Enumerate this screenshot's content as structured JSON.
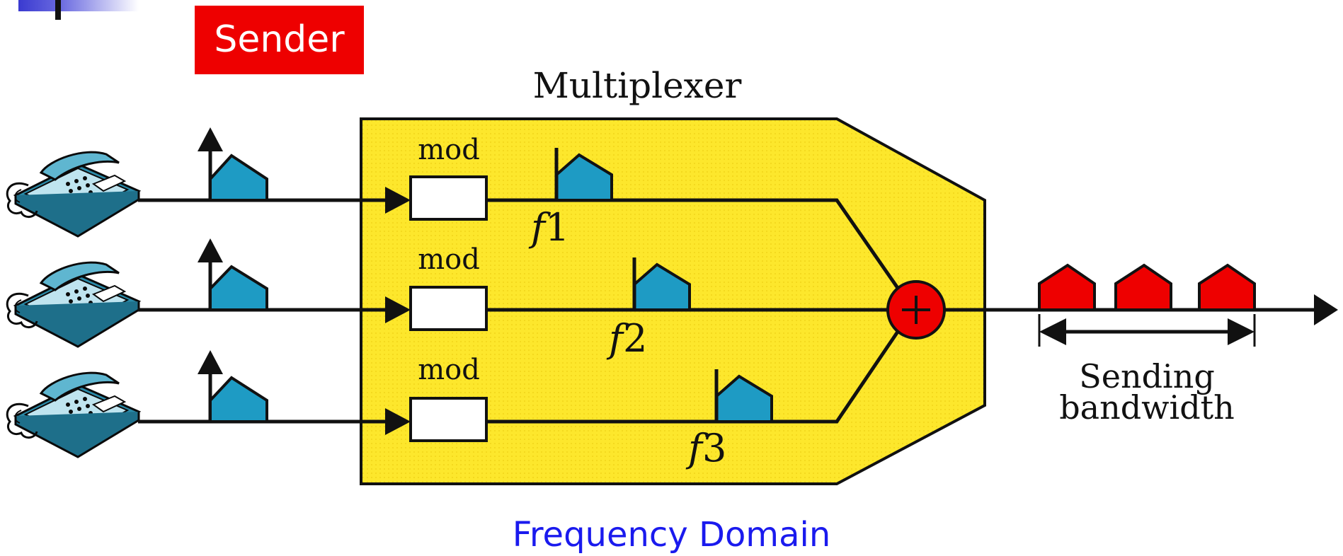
{
  "sender_label": "Sender",
  "multiplexer_title": "Multiplexer",
  "modulators": [
    {
      "label": "mod",
      "frequency_letter": "f",
      "frequency_index": "1"
    },
    {
      "label": "mod",
      "frequency_letter": "f",
      "frequency_index": "2"
    },
    {
      "label": "mod",
      "frequency_letter": "f",
      "frequency_index": "3"
    }
  ],
  "sending_bandwidth_lines": [
    "Sending",
    "bandwidth"
  ],
  "caption": "Frequency Domain",
  "colors": {
    "sender_bg": "#ee0000",
    "multiplexer_fill": "#fde72c",
    "signal_blue": "#1e9bc4",
    "output_red": "#ee0000",
    "caption_blue": "#1a1aee"
  },
  "icons": [
    "telephone-icon",
    "adder-icon",
    "arrow-icon"
  ]
}
